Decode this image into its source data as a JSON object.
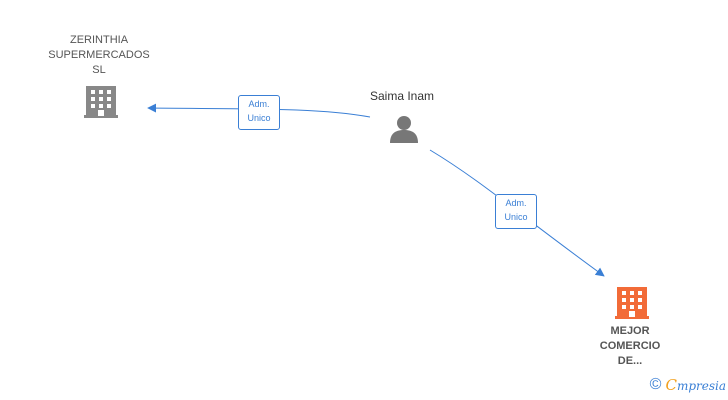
{
  "nodes": {
    "company_top": {
      "name": "ZERINTHIA\nSUPERMERCADOS\nSL",
      "color": "#888888"
    },
    "company_bottom": {
      "name": "MEJOR\nCOMERCIO\nDE...",
      "color": "#f26b38"
    },
    "person": {
      "name": "Saima Inam",
      "color": "#777777"
    }
  },
  "edges": [
    {
      "label_line1": "Adm.",
      "label_line2": "Unico"
    },
    {
      "label_line1": "Adm.",
      "label_line2": "Unico"
    }
  ],
  "footer": {
    "copyright_symbol": "©",
    "brand_first": "C",
    "brand_rest": "mpresia"
  },
  "colors": {
    "edge": "#3a7fd5"
  }
}
